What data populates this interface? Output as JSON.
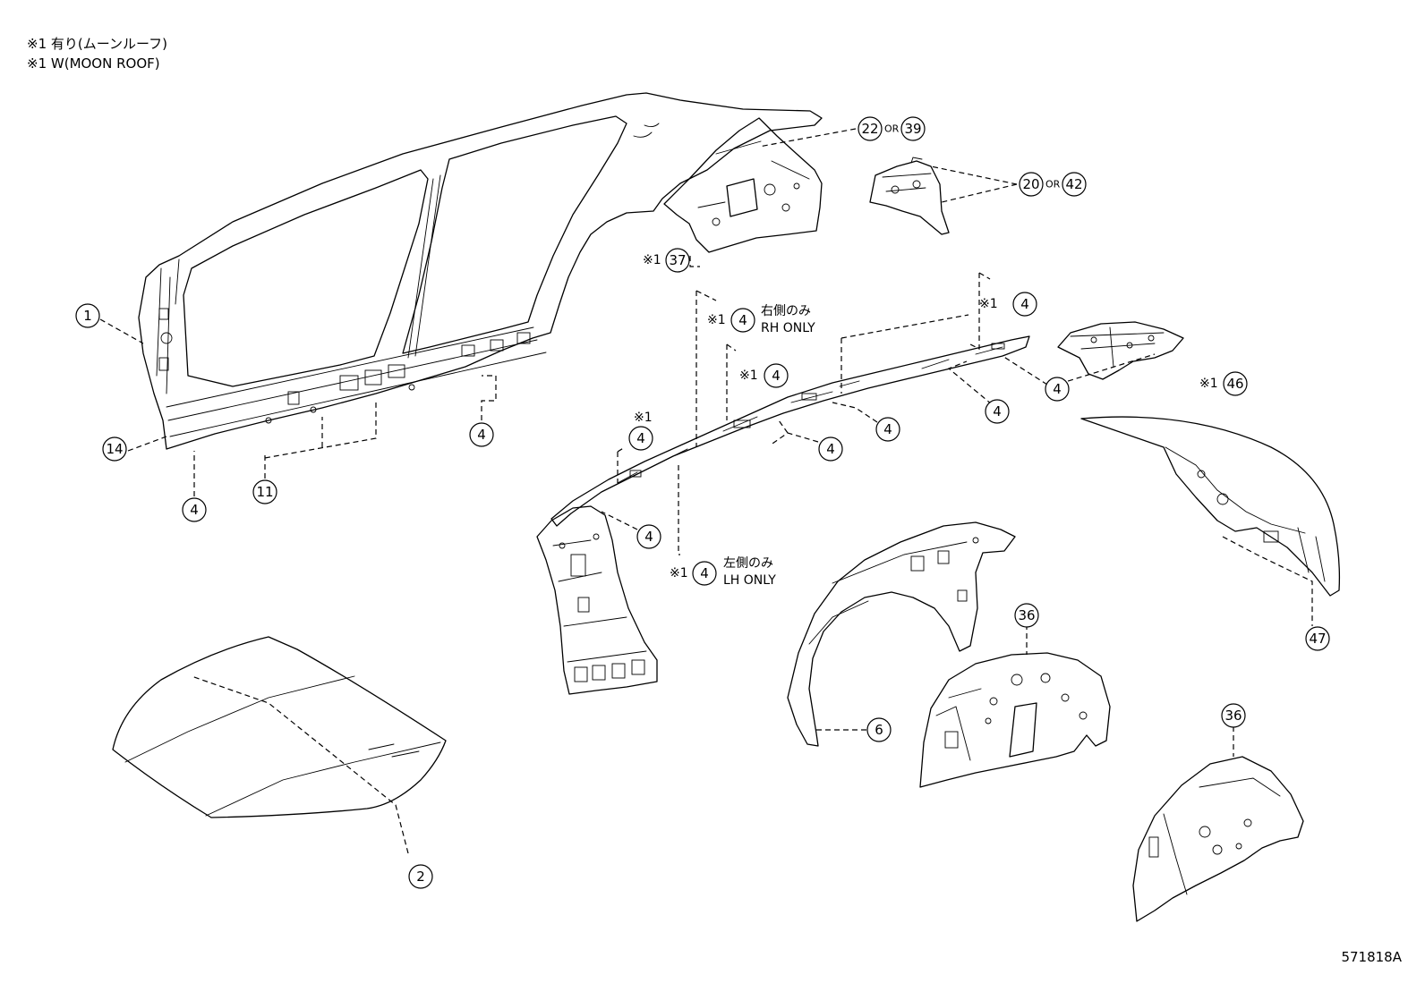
{
  "notes": [
    "※1 有り(ムーンルーフ)",
    "※1 W(MOON ROOF)"
  ],
  "callout_text": {
    "n1": "1",
    "n2": "2",
    "n4": "4",
    "n6": "6",
    "n11": "11",
    "n14": "14",
    "n20": "20",
    "n22": "22",
    "n36": "36",
    "n37": "37",
    "n39": "39",
    "n42": "42",
    "n46": "46",
    "n47": "47"
  },
  "or_text": "OR",
  "mark_text": "※1",
  "side_labels": {
    "rh_jp": "右側のみ",
    "rh_en": "RH ONLY",
    "lh_jp": "左側のみ",
    "lh_en": "LH ONLY"
  },
  "diagram_id": "571818A"
}
